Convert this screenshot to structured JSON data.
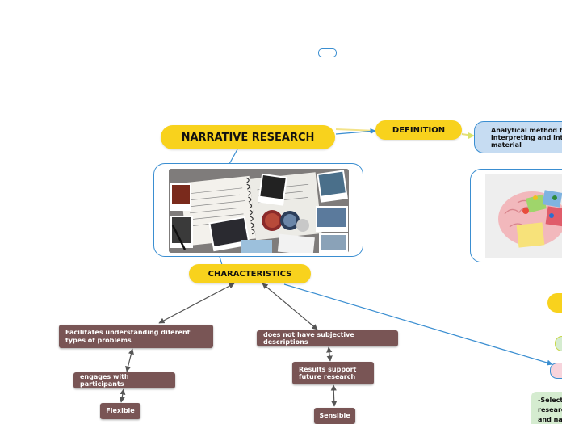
{
  "map": {
    "central_topic": "NARRATIVE RESEARCH",
    "definition_label": "DEFINITION",
    "definition_text": "Analytical method f interpreting and int material",
    "characteristics_label": "CHARACTERISTICS",
    "char_left": "Facilitates understanding diferent types  of  problems",
    "char_left_child": "engages with participants",
    "char_left_grandchild": "Flexible",
    "char_mid": "does not have subjective descriptions",
    "char_mid_child": "Results support future research",
    "char_mid_grandchild": "Sensible",
    "bottom_right_text": "-Selecti research and na"
  },
  "colors": {
    "topic_yellow": "#f8d21d",
    "subtopic_brown": "#795555",
    "connector_blue": "#3a8ed1",
    "definition_fill": "#c6dcf2",
    "connector_dark": "#555555",
    "green_note": "#d5ecd0",
    "pink_note": "#f7d4dc"
  },
  "icons": {
    "notebook_photo": "notebook-photos-image",
    "brain_photo": "brain-sticky-notes-image"
  }
}
